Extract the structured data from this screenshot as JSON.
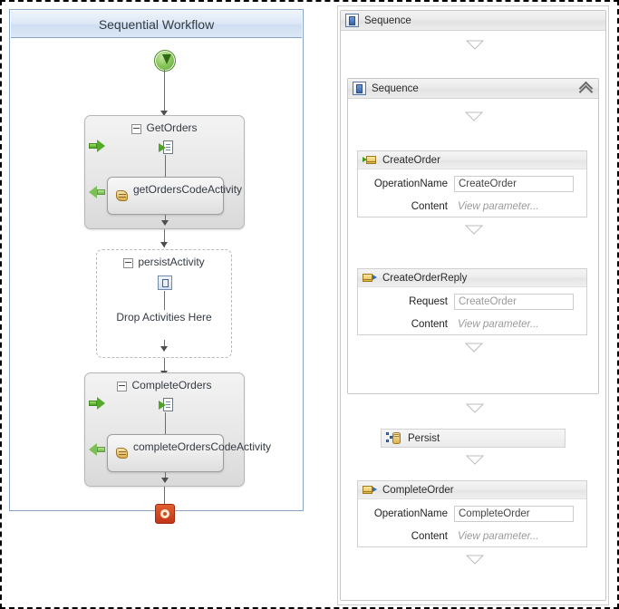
{
  "left_panel": {
    "title": "Sequential Workflow",
    "start_icon": "start-arrow-icon",
    "stop_icon": "stop-icon",
    "nodes": [
      {
        "name": "GetOrders",
        "expander": "collapse-box",
        "icon": "receive-activity-icon",
        "child": {
          "name": "getOrdersCodeActivity",
          "icon": "code-activity-icon"
        }
      },
      {
        "name": "persistActivity",
        "expander": "collapse-box",
        "icon": "persist-activity-icon",
        "placeholder": "Drop Activities Here"
      },
      {
        "name": "CompleteOrders",
        "expander": "collapse-box",
        "icon": "receive-activity-icon",
        "child": {
          "name": "completeOrdersCodeActivity",
          "icon": "code-activity-icon"
        }
      }
    ]
  },
  "right_panel": {
    "outer_sequence": {
      "title": "Sequence",
      "icon": "sequence-icon"
    },
    "inner_sequence": {
      "title": "Sequence",
      "icon": "sequence-icon",
      "collapse_icon": "chevron-double-up-icon"
    },
    "activities": [
      {
        "title": "CreateOrder",
        "icon": "receive-message-icon",
        "fields": [
          {
            "label": "OperationName",
            "value": "CreateOrder",
            "style": "textbox"
          },
          {
            "label": "Content",
            "value": "View parameter...",
            "style": "placeholder"
          }
        ]
      },
      {
        "title": "CreateOrderReply",
        "icon": "send-message-icon",
        "fields": [
          {
            "label": "Request",
            "value": "CreateOrder",
            "style": "textbox-readonly"
          },
          {
            "label": "Content",
            "value": "View parameter...",
            "style": "placeholder"
          }
        ]
      },
      {
        "title": "Persist",
        "icon": "persist-icon",
        "fields": []
      },
      {
        "title": "CompleteOrder",
        "icon": "send-message-icon",
        "fields": [
          {
            "label": "OperationName",
            "value": "CompleteOrder",
            "style": "textbox"
          },
          {
            "label": "Content",
            "value": "View parameter...",
            "style": "placeholder"
          }
        ]
      }
    ],
    "drop_target_icon": "drop-triangle-icon"
  },
  "colors": {
    "title_bar": "#dbe7f5",
    "panel_border": "#8ba5c4",
    "activity_fill": "#e7e7e7",
    "start_green": "#5a9e33",
    "stop_red": "#c2351a",
    "message_yellow": "#e0b648",
    "sequence_blue": "#3a63a8"
  }
}
